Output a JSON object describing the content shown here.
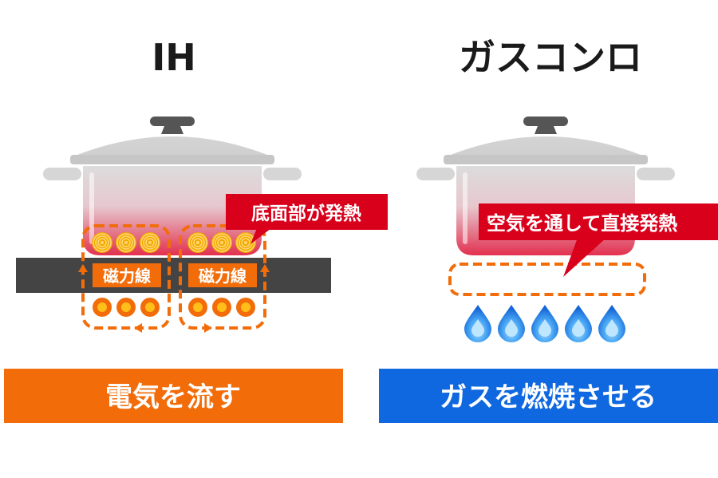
{
  "ih": {
    "title": "IH",
    "callout": "底面部が発熱",
    "field_label_left": "磁力線",
    "field_label_right": "磁力線",
    "banner": "電気を流す"
  },
  "gas": {
    "title": "ガスコンロ",
    "callout": "空気を通して直接発熱",
    "banner": "ガスを燃焼させる"
  },
  "colors": {
    "orange": "#f26d0a",
    "blue": "#1068e0",
    "red": "#d9001b",
    "cooktop": "#444444",
    "flame": "#1f7ae0"
  }
}
